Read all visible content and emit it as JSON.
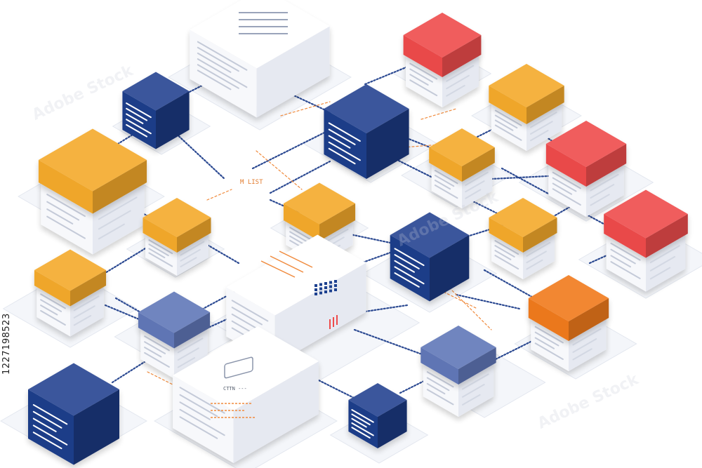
{
  "stock_id": "1227198523",
  "watermark": "Adobe Stock",
  "colors": {
    "navy": "#1f3f8f",
    "orange": "#f4a92a",
    "red": "#ee4b4b",
    "dark_orange": "#f07a1c",
    "slate": "#6077b8",
    "paper": "#f7f8fb",
    "line": "#2c4a92",
    "dash_orange": "#f08a3c"
  },
  "labels": {
    "hub_label": "M LIST",
    "doc_caption": "CTTN  ---"
  }
}
